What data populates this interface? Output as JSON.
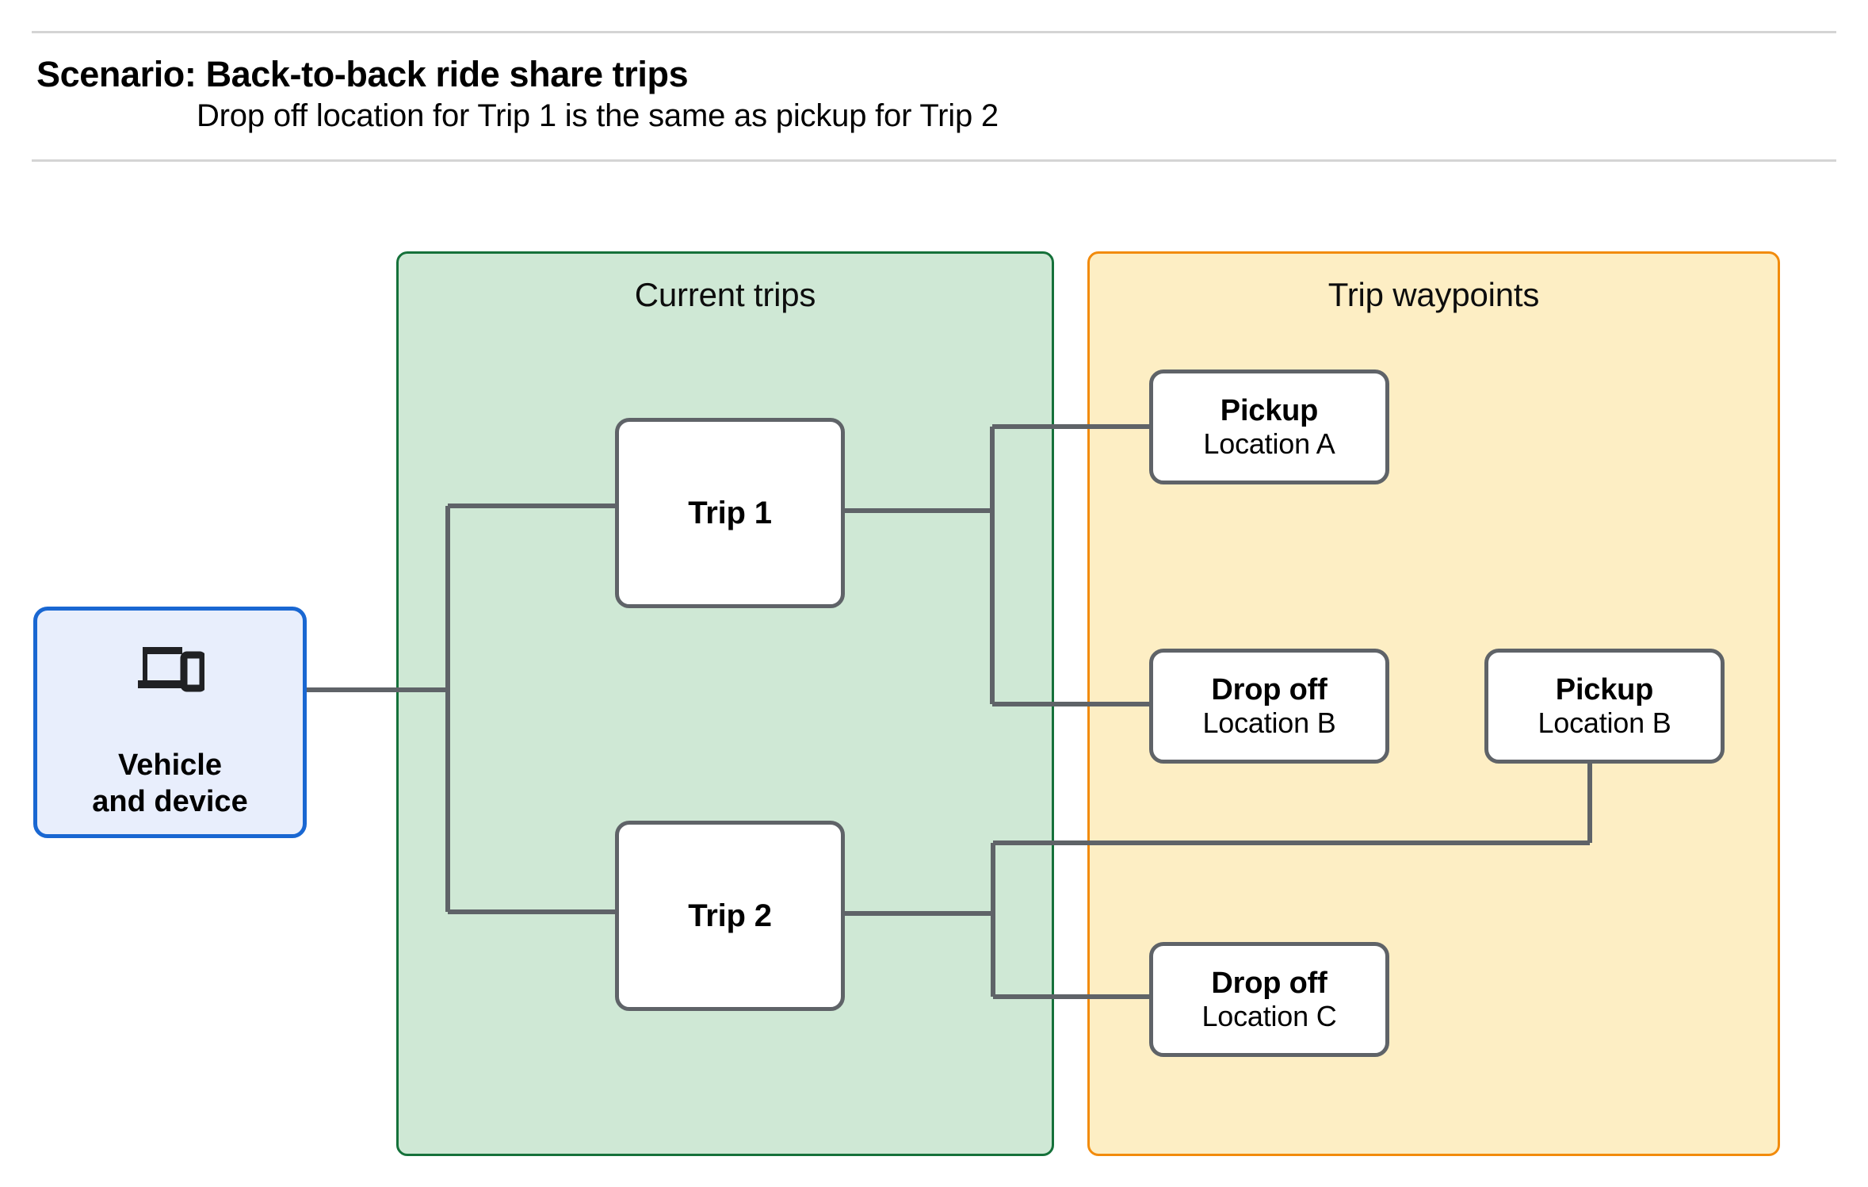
{
  "header": {
    "title": "Scenario: Back-to-back ride share trips",
    "subtitle": "Drop off  location for Trip 1 is the same as pickup for Trip 2"
  },
  "groups": {
    "current_trips": {
      "label": "Current trips",
      "fill": "#cfe8d5",
      "stroke": "#15713a"
    },
    "trip_waypoints": {
      "label": "Trip waypoints",
      "fill": "#fdeec4",
      "stroke": "#f28b0c"
    }
  },
  "nodes": {
    "vehicle": {
      "icon": "devices-icon",
      "line1": "Vehicle",
      "line2": "and device",
      "fill": "#e8eefc",
      "stroke": "#1967d2"
    },
    "trip1": {
      "label": "Trip 1"
    },
    "trip2": {
      "label": "Trip 2"
    },
    "pickup_a": {
      "title": "Pickup",
      "sub": "Location A"
    },
    "dropoff_b": {
      "title": "Drop off",
      "sub": "Location B"
    },
    "pickup_b": {
      "title": "Pickup",
      "sub": "Location B"
    },
    "dropoff_c": {
      "title": "Drop off",
      "sub": "Location C"
    }
  },
  "edges": {
    "stroke": "#5f6368",
    "connections": [
      "vehicle -> trip1",
      "vehicle -> trip2",
      "trip1 -> pickup_a",
      "trip1 -> dropoff_b",
      "trip2 -> pickup_b",
      "trip2 -> dropoff_c"
    ]
  }
}
